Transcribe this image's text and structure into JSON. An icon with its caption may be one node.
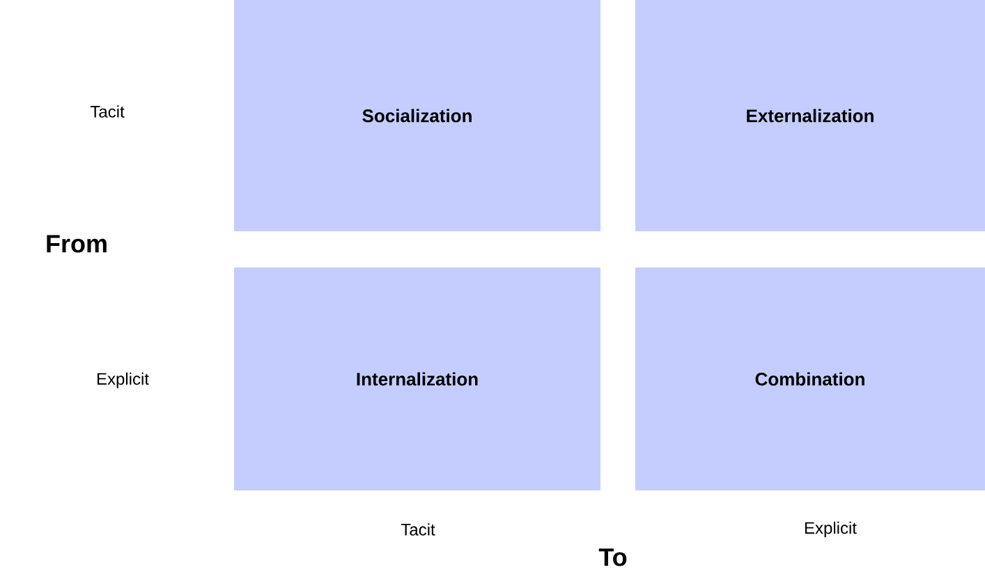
{
  "diagram": {
    "nodes": [
      {
        "text": [
          "Socialization"
        ]
      },
      {
        "text": [
          "Externalization"
        ]
      },
      {
        "text": [
          "Internalization"
        ]
      },
      {
        "text": [
          "Combination"
        ]
      }
    ],
    "labels": [
      "Tacit",
      "From",
      "Explicit",
      "Tacit",
      "Explicit",
      "To"
    ]
  }
}
